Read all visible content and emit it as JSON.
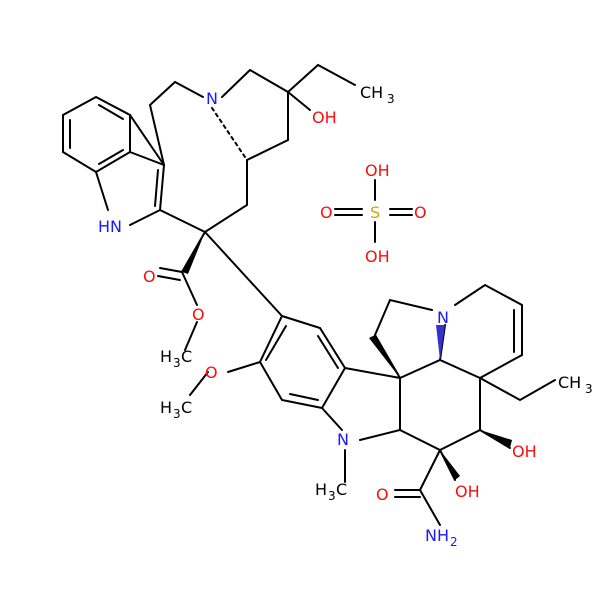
{
  "colors": {
    "bond": "#000000",
    "nitrogen": "#1a1aff",
    "oxygen": "#ff0d0d",
    "sulfur": "#ccaa00",
    "wedge_n": "#3333cc"
  },
  "labels": {
    "n_top": "N",
    "oh_top": "OH",
    "ch": "CH",
    "three": "3",
    "hn": "HN",
    "o_carbonyl": "O",
    "o_ester": "O",
    "h3c_ester_h": "H",
    "h3c_ester_c": "C",
    "o_methoxy": "O",
    "h3c_methoxy_h": "H",
    "h3c_methoxy_c": "C",
    "n_bottom_right": "N",
    "ch3_right_c": "CH",
    "n_methyl": "N",
    "h3c_n_h": "H",
    "h3c_n_c": "C",
    "oh_right": "OH",
    "oh_center": "OH",
    "o_amide": "O",
    "nh": "NH",
    "two": "2",
    "s": "S",
    "oh_s_top": "OH",
    "o_s_left": "O",
    "o_s_right": "O",
    "oh_s_bottom": "OH"
  }
}
